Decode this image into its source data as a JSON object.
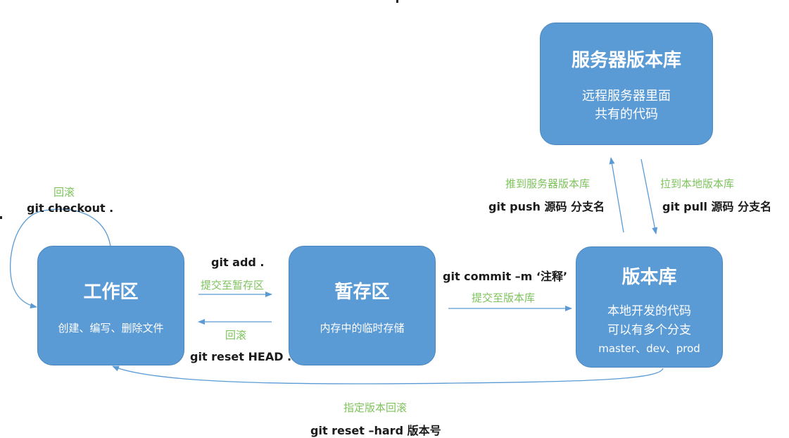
{
  "boxes": {
    "workspace": {
      "title": "工作区",
      "desc": "创建、编写、删除文件"
    },
    "staging": {
      "title": "暂存区",
      "desc": "内存中的临时存储"
    },
    "repository": {
      "title": "版本库",
      "desc_lines": [
        "本地开发的代码",
        "可以有多个分支",
        "master、dev、prod"
      ]
    },
    "server": {
      "title": "服务器版本库",
      "desc_lines": [
        "远程服务器里面",
        "共有的代码"
      ]
    }
  },
  "labels": {
    "checkout_note": "回滚",
    "checkout_cmd": "git checkout .",
    "add_cmd": "git add .",
    "add_note": "提交至暂存区",
    "reset_head_note": "回滚",
    "reset_head_cmd": "git reset HEAD .",
    "commit_cmd": "git commit –m ‘注释’",
    "commit_note": "提交至版本库",
    "push_note": "推到服务器版本库",
    "push_cmd": "git push 源码 分支名",
    "pull_note": "拉到本地版本库",
    "pull_cmd": "git pull 源码 分支名",
    "hard_note": "指定版本回滚",
    "hard_cmd": "git reset –hard 版本号"
  },
  "colors": {
    "box_fill": "#5b9bd5",
    "arrow": "#5b9bd5",
    "note_text": "#7dc35b",
    "command_text": "#1a1a1a"
  }
}
